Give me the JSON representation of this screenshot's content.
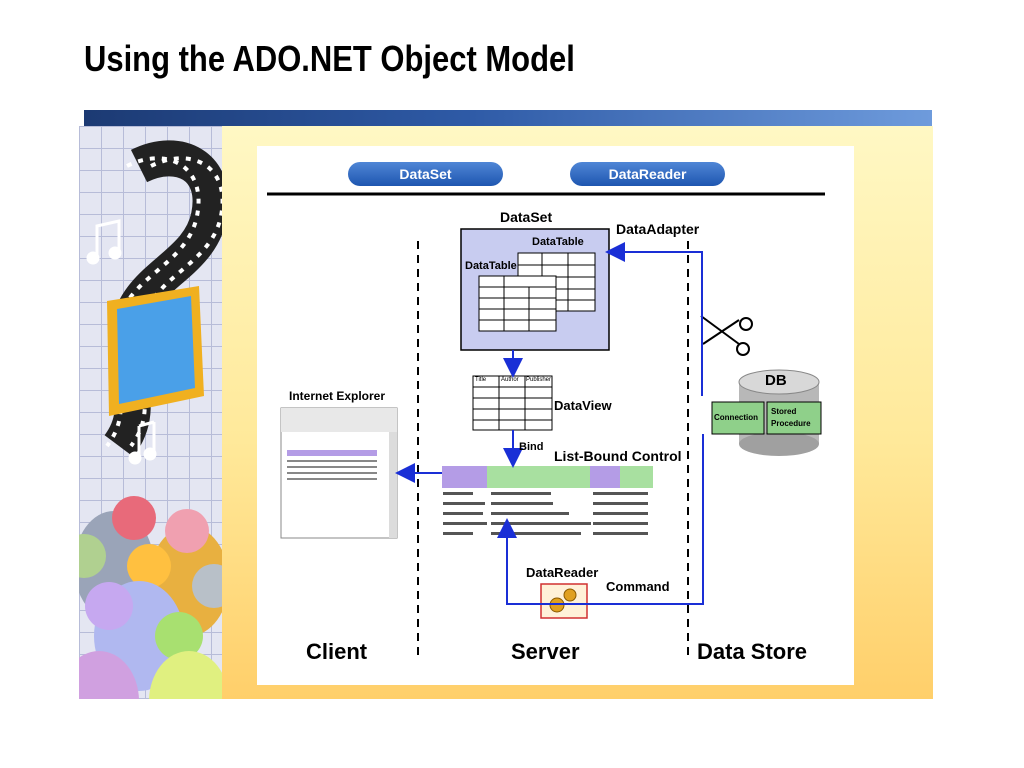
{
  "slide": {
    "title": "Using the ADO.NET Object Model"
  },
  "tabs": {
    "dataset": "DataSet",
    "datareader": "DataReader"
  },
  "diagram": {
    "dataset_label": "DataSet",
    "datatable_back": "DataTable",
    "datatable_front": "DataTable",
    "table_headers": [
      "Title",
      "Author",
      "Publisher"
    ],
    "dataadapter": "DataAdapter",
    "dataview": "DataView",
    "bind": "Bind",
    "list_bound_control": "List-Bound Control",
    "internet_explorer": "Internet Explorer",
    "db": "DB",
    "connection": "Connection",
    "stored_procedure": "Stored Procedure",
    "datareader_box": "DataReader",
    "command": "Command",
    "zones": {
      "client": "Client",
      "server": "Server",
      "datastore": "Data Store"
    }
  },
  "colors": {
    "arrow": "#1a2fd6",
    "table_fill": "#c8ccf0",
    "db_green": "#8fd08a",
    "grid_header": "#b49ce6",
    "grid_header2": "#8fd08a"
  },
  "icons": [
    "film-strip-icon",
    "music-note-icon",
    "people-icon",
    "scissors-icon",
    "gears-icon"
  ]
}
